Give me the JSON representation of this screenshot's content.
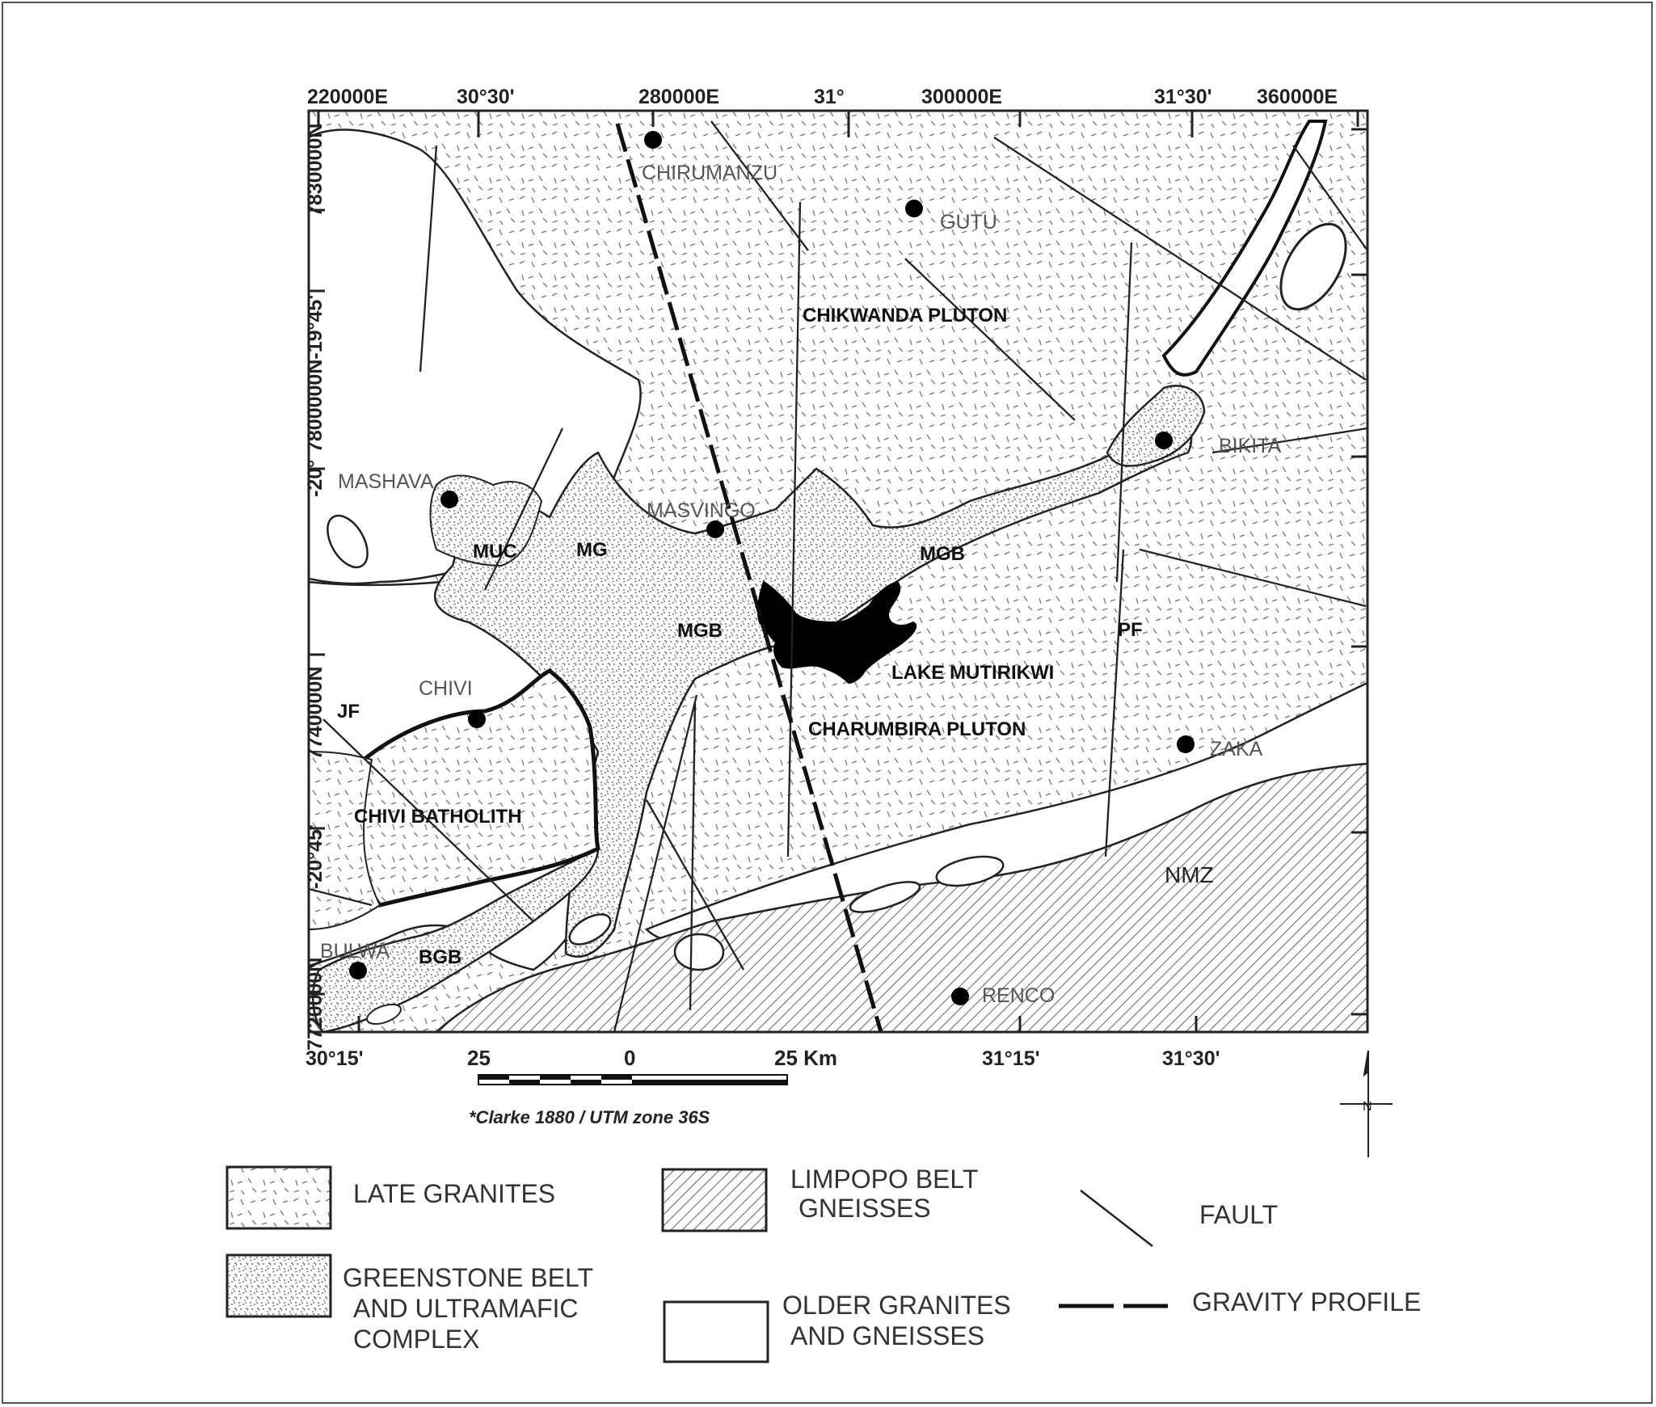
{
  "map": {
    "top_labels": [
      "220000E",
      "30°30'",
      "280000E",
      "31°",
      "300000E",
      "31°30'",
      "360000E"
    ],
    "left_labels": [
      "7830000N",
      "7800000N-19°45'",
      "-20°",
      "7740000N",
      "-20°45'",
      "7720000N"
    ],
    "bottom_labels": [
      "30°15'",
      "31°15'",
      "31°30'"
    ],
    "places": {
      "chirumanzu": "CHIRUMANZU",
      "gutu": "GUTU",
      "bikita": "BIKITA",
      "mashava": "MASHAVA",
      "masvingo": "MASVINGO",
      "chivi": "CHIVI",
      "zaka": "ZAKA",
      "renco": "RENCO",
      "bulwa": "BULWA"
    },
    "units": {
      "chikwanda": "CHIKWANDA PLUTON",
      "muc": "MUC",
      "mg": "MG",
      "mgb1": "MGB",
      "mgb2": "MGB",
      "pf": "PF",
      "lake": "LAKE MUTIRIKWI",
      "jf": "JF",
      "charumbira": "CHARUMBIRA PLUTON",
      "chivi_batholith": "CHIVI BATHOLITH",
      "nmz": "NMZ",
      "bgb": "BGB"
    },
    "scale_labels": [
      "25",
      "0",
      "25 Km"
    ],
    "projection": "*Clarke 1880 / UTM zone 36S",
    "north": "N"
  },
  "legend": {
    "late_granites": "LATE GRANITES",
    "greenstone": [
      "GREENSTONE BELT",
      "AND ULTRAMAFIC",
      "COMPLEX"
    ],
    "limpopo": [
      "LIMPOPO BELT",
      "GNEISSES"
    ],
    "older": [
      "OLDER GRANITES",
      "AND GNEISSES"
    ],
    "fault": "FAULT",
    "gravity": "GRAVITY PROFILE"
  },
  "colors": {
    "ink": "#222222",
    "lake": "#000000",
    "paper": "#ffffff"
  }
}
